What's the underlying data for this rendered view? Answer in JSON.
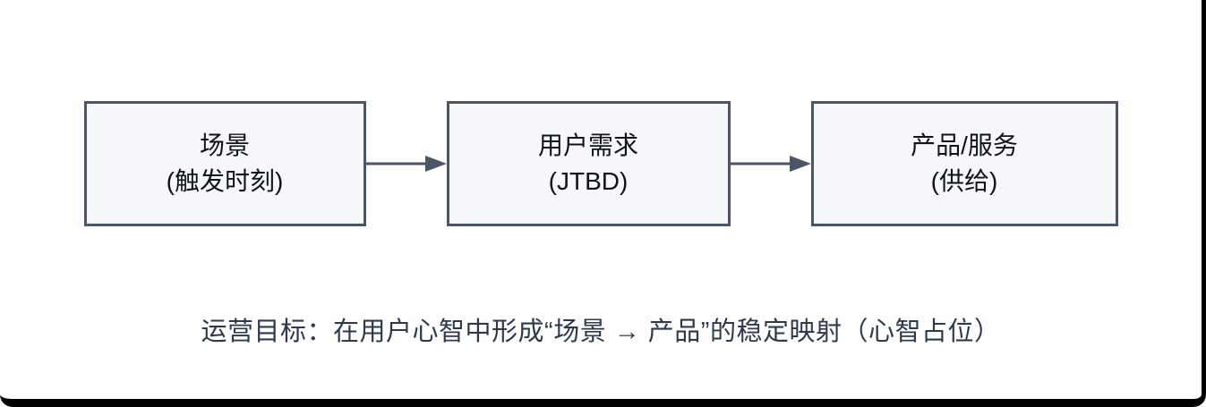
{
  "diagram": {
    "boxes": [
      {
        "title": "场景",
        "subtitle": "(触发时刻)"
      },
      {
        "title": "用户需求",
        "subtitle": "(JTBD)"
      },
      {
        "title": "产品/服务",
        "subtitle": "(供给)"
      }
    ],
    "caption": "运营目标：在用户心智中形成“场景 → 产品”的稳定映射（心智占位）",
    "colors": {
      "box_fill": "#f5f7fa",
      "box_border": "#4a5565",
      "arrow": "#4a5565",
      "box_text": "#111417",
      "caption_text": "#2d3a4d",
      "frame": "#000000"
    }
  }
}
